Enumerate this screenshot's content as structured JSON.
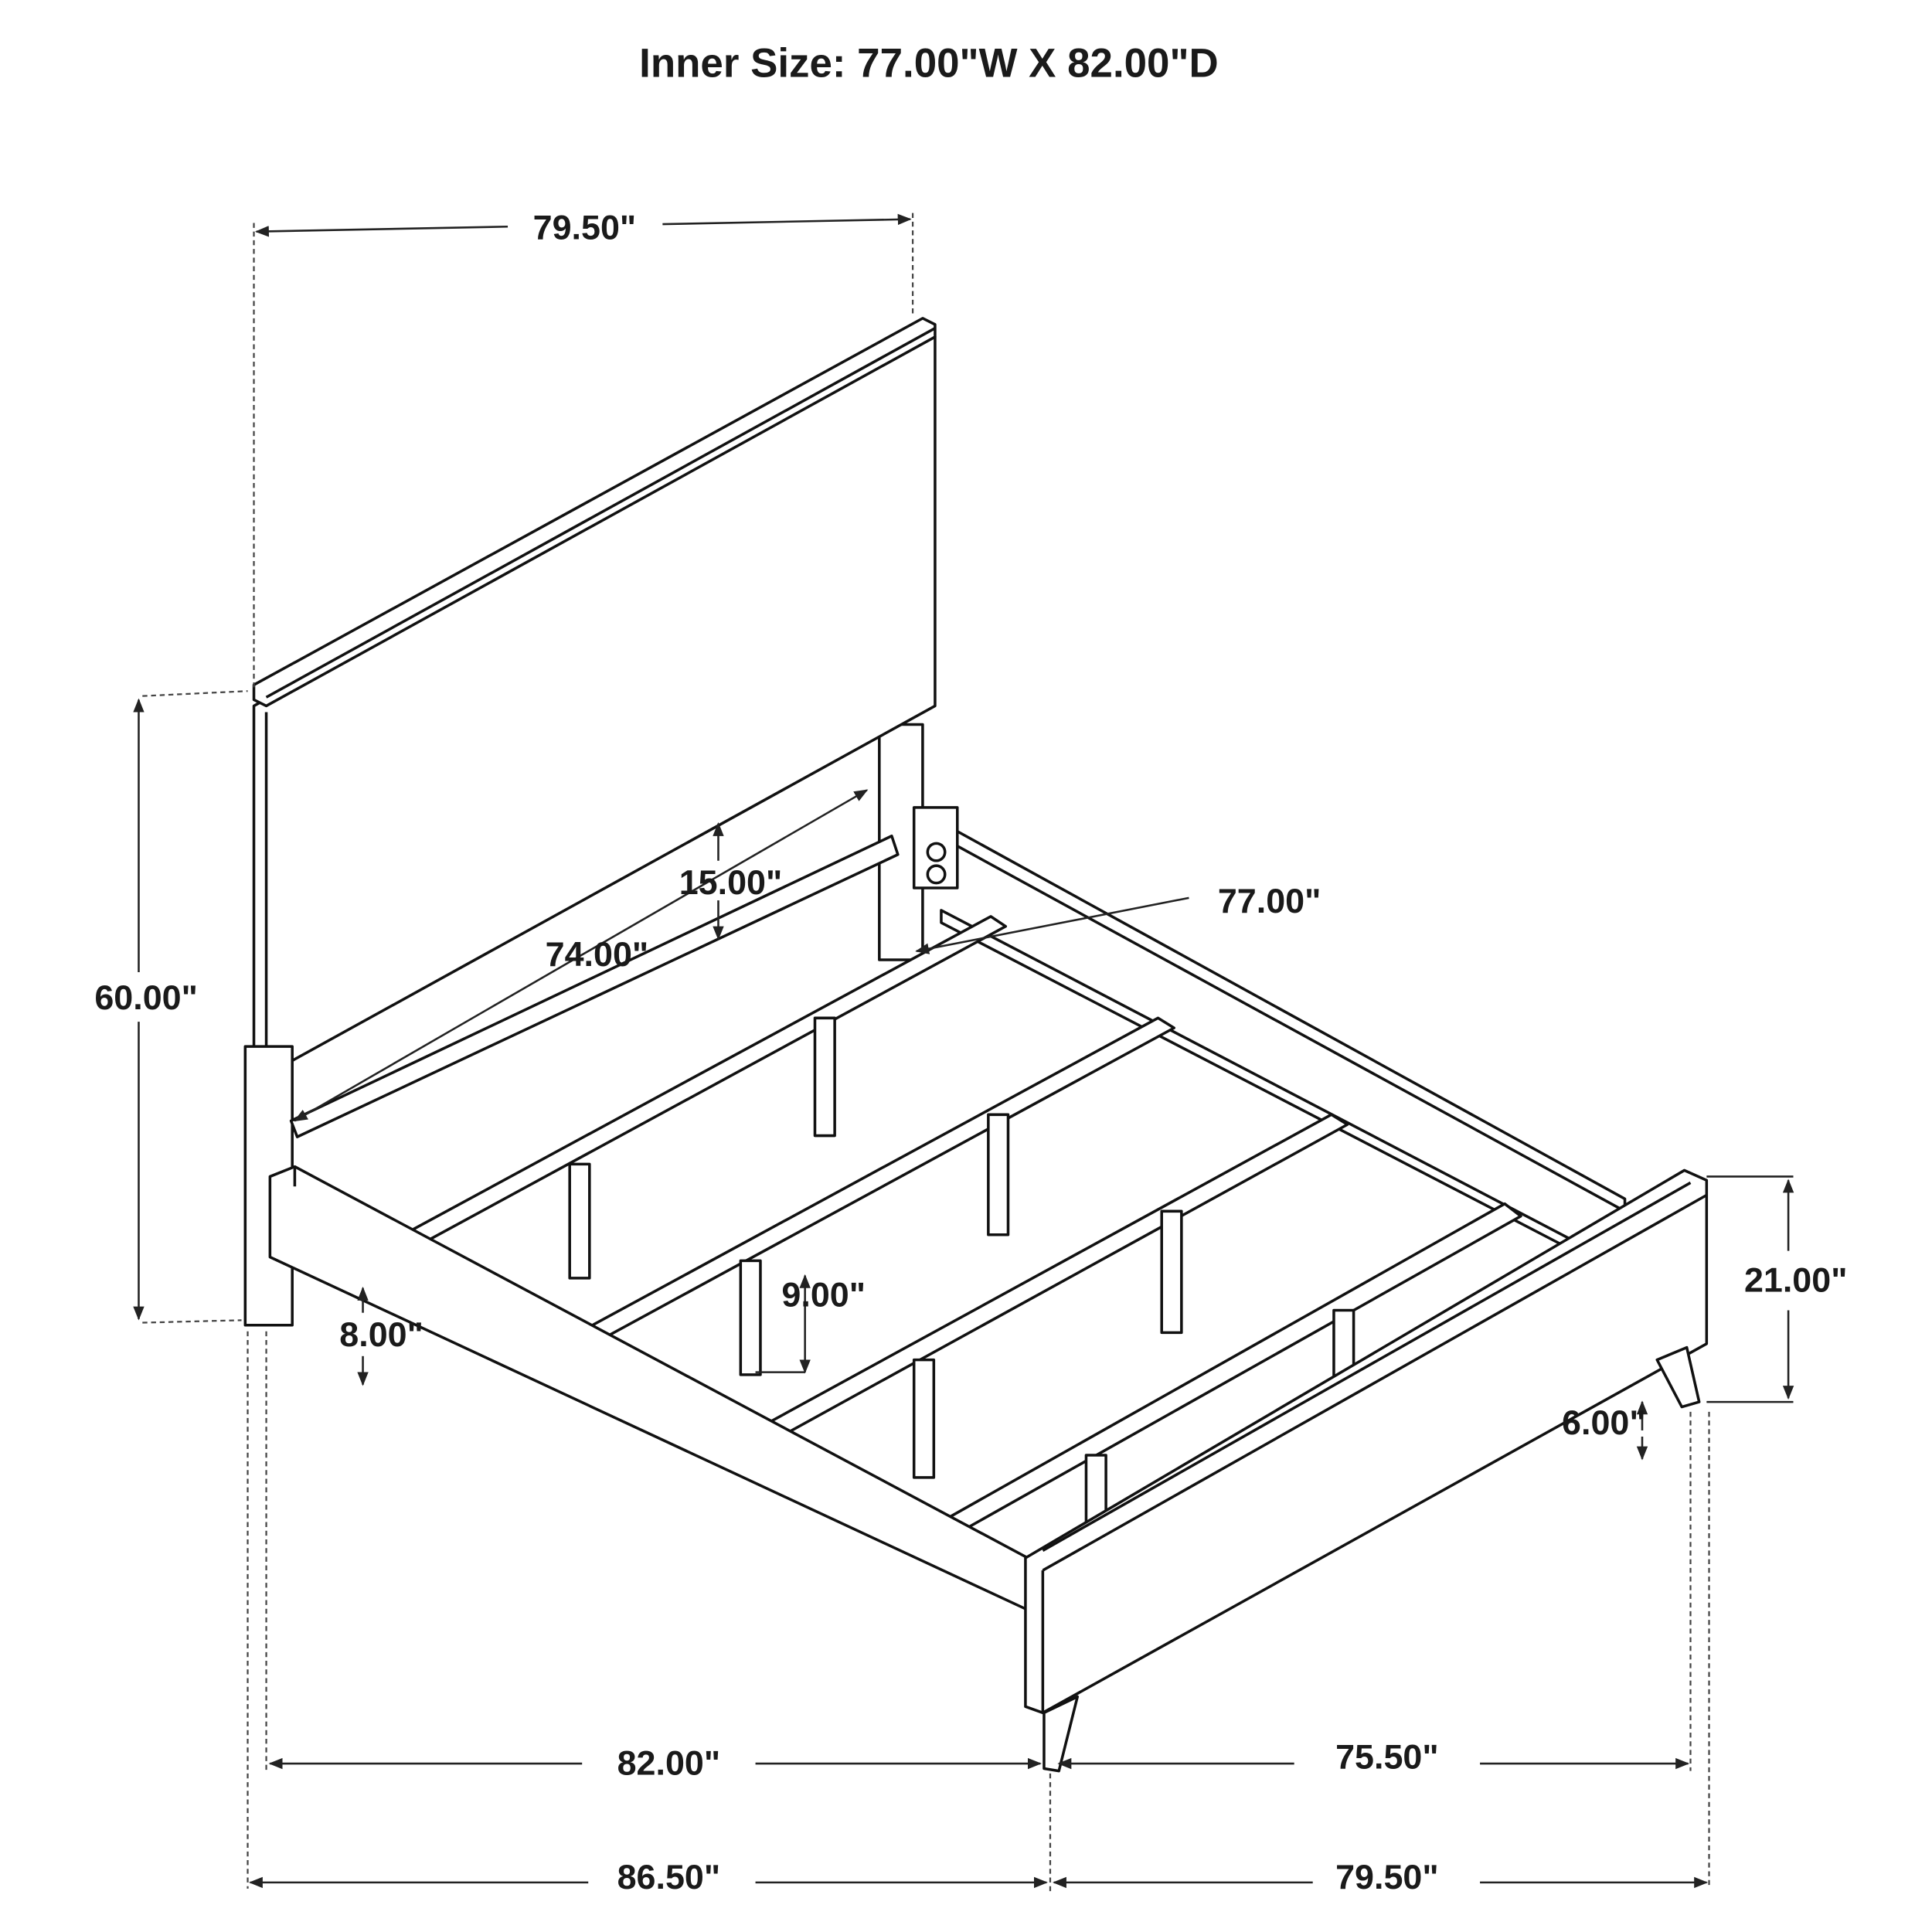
{
  "title": "Inner Size: 77.00\"W X 82.00\"D",
  "dimensions": {
    "headboard_width": "79.50\"",
    "slat_spacing": "15.00\"",
    "slat_length": "74.00\"",
    "inner_width": "77.00\"",
    "headboard_height": "60.00\"",
    "support_leg_height": "9.00\"",
    "rail_clearance": "8.00\"",
    "footboard_height": "21.00\"",
    "footboard_leg_height": "6.00\"",
    "rail_length": "82.00\"",
    "footboard_inner_width": "75.50\"",
    "overall_length": "86.50\"",
    "overall_width": "79.50\""
  },
  "colors": {
    "line": "#111111",
    "background": "#ffffff"
  }
}
